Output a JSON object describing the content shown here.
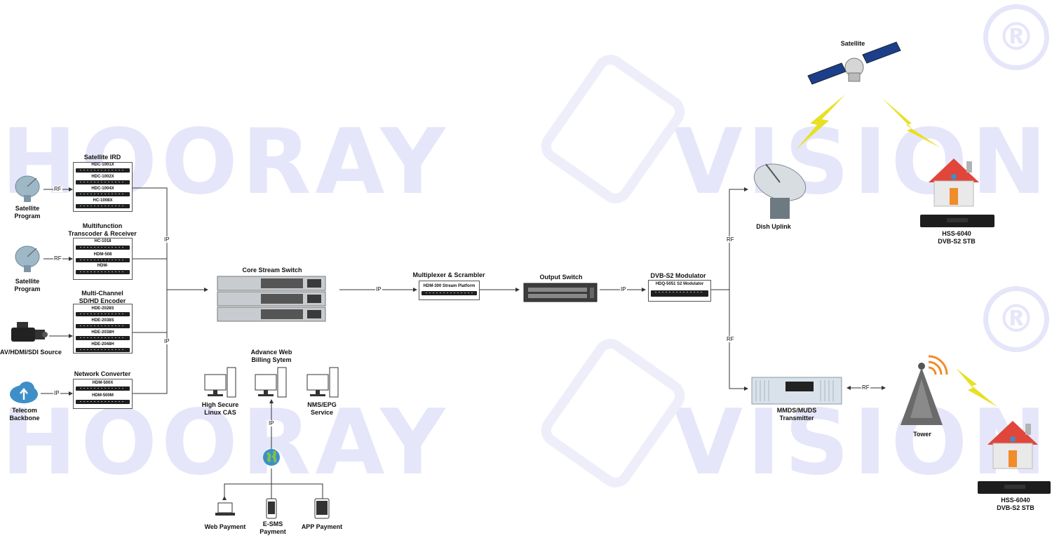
{
  "watermark": {
    "brand_left": "HOORAY",
    "brand_right": "VISION",
    "registered": "®"
  },
  "sources": {
    "satellite_program_1": "Satellite\nProgram",
    "satellite_program_2": "Satellite\nProgram",
    "av_source": "AV/HDMI/SDI Source",
    "telecom_backbone": "Telecom\nBackbone"
  },
  "groups": {
    "satellite_ird": {
      "title": "Satellite IRD",
      "models": [
        "HDC-1001X",
        "HDC-1002X",
        "HDC-1004X",
        "HC-1008X"
      ]
    },
    "transcoder": {
      "title": "Multifunction\nTranscoder & Receiver",
      "models": [
        "HC-1018",
        "HDM-508",
        "HDM-"
      ]
    },
    "encoder": {
      "title": "Multi-Channel\nSD/HD Encoder",
      "models": [
        "HDE-2028S",
        "HDE-2038S",
        "HDE-2038H",
        "HDE-2048H"
      ]
    },
    "network_converter": {
      "title": "Network Converter",
      "models": [
        "HDM-500X",
        "HDM-500M"
      ]
    }
  },
  "core_switch": {
    "title": "Core Stream Switch"
  },
  "multiplexer": {
    "title": "Multiplexer & Scrambler",
    "device": "HDM-300 Stream Platform"
  },
  "output_switch": {
    "title": "Output Switch"
  },
  "modulator": {
    "title": "DVB-S2 Modulator",
    "device": "HDQ-5051 S2 Modulator"
  },
  "satellite": {
    "title": "Satellite"
  },
  "dish_uplink": {
    "title": "Dish Uplink"
  },
  "stb_top": {
    "title": "HSS-6040\nDVB-S2 STB"
  },
  "stb_bottom": {
    "title": "HSS-6040\nDVB-S2 STB"
  },
  "transmitter": {
    "title": "MMDS/MUDS\nTransmitter"
  },
  "tower": {
    "title": "Tower"
  },
  "billing": {
    "title": "Advance Web\nBilling Sytem",
    "cas": "High Secure\nLinux CAS",
    "nms": "NMS/EPG\nService",
    "web_payment": "Web Payment",
    "esms_payment": "E-SMS\nPayment",
    "app_payment": "APP Payment"
  },
  "links": {
    "rf": "RF",
    "ip": "IP"
  },
  "colors": {
    "line": "#333333",
    "watermark": "#e6e6fa",
    "signal": "#e8e025",
    "roof": "#e0463a",
    "door": "#f08c2a"
  }
}
